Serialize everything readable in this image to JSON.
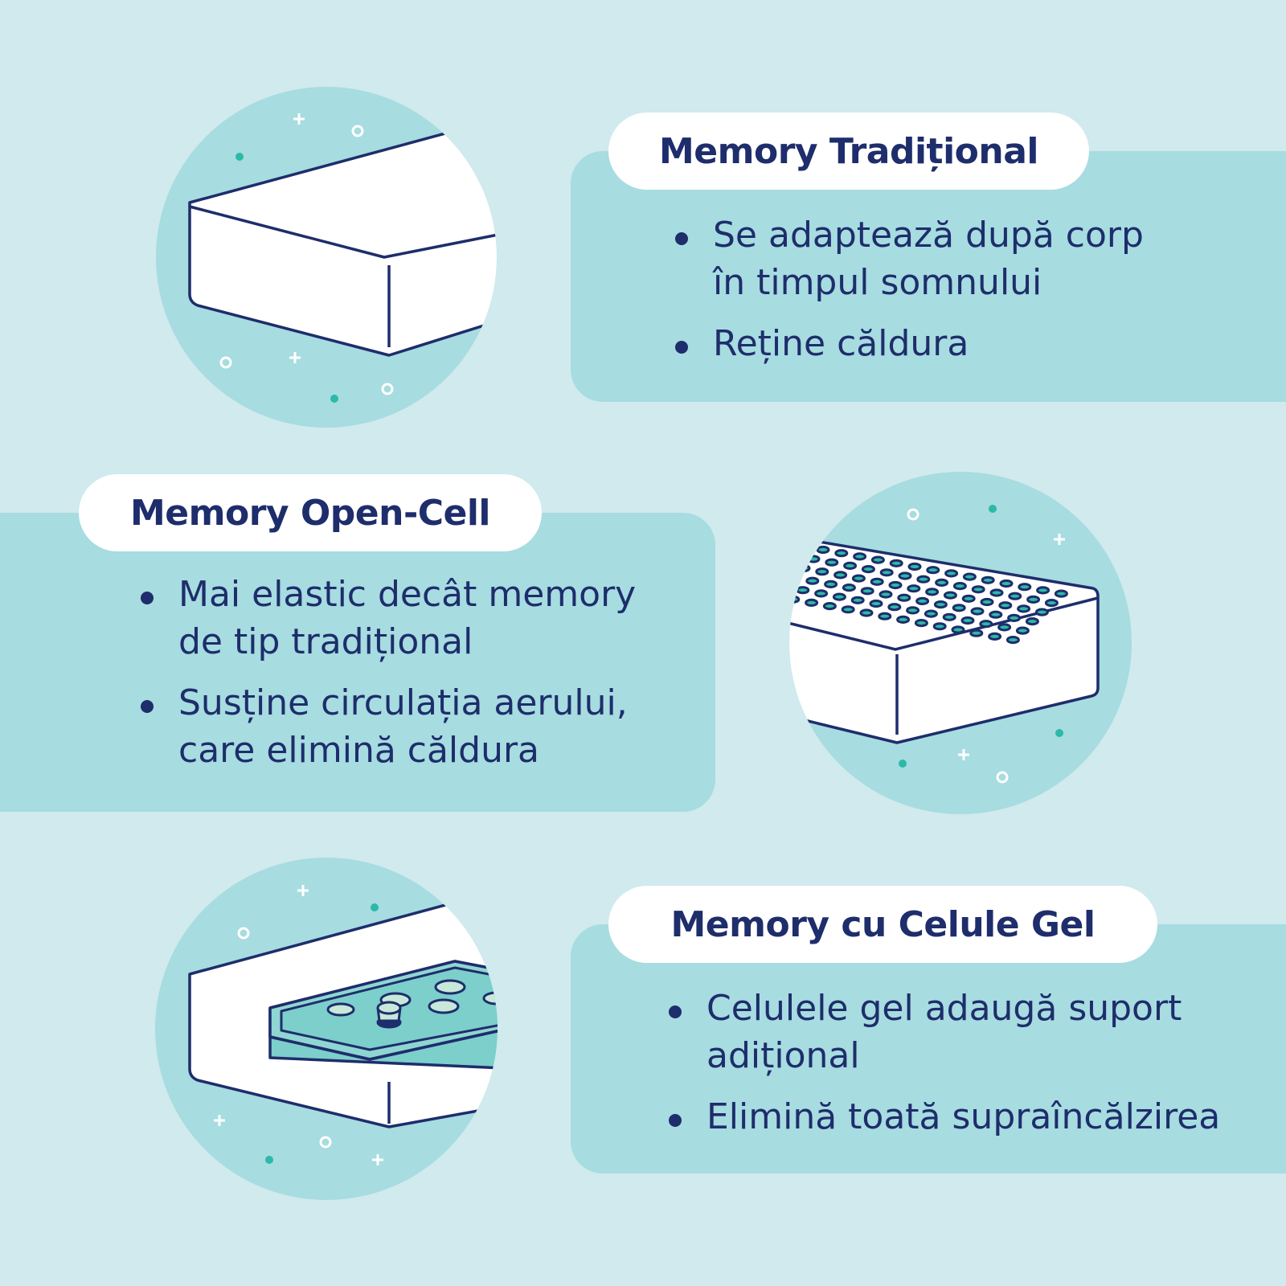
{
  "sections": [
    {
      "title": "Memory Tradițional",
      "bullets": [
        "Se adaptează după corp\nîn timpul somnului",
        "Reține căldura"
      ]
    },
    {
      "title": "Memory Open-Cell",
      "bullets": [
        "Mai elastic decât memory\nde tip tradițional",
        "Susține circulația aerului,\ncare elimină căldura"
      ]
    },
    {
      "title": "Memory cu Celule Gel",
      "bullets": [
        "Celulele gel adaugă suport\nadițional",
        "Elimină toată supraîncălzirea"
      ]
    }
  ],
  "colors": {
    "background": "#d0eaee",
    "panel": "#a7dce0",
    "navy": "#1e2d6b",
    "teal_dot": "#2bb9a8",
    "gel": "#7ccfcb",
    "white": "#ffffff"
  },
  "icons": [
    "traditional-mattress-icon",
    "open-cell-mattress-icon",
    "gel-cell-mattress-icon"
  ]
}
